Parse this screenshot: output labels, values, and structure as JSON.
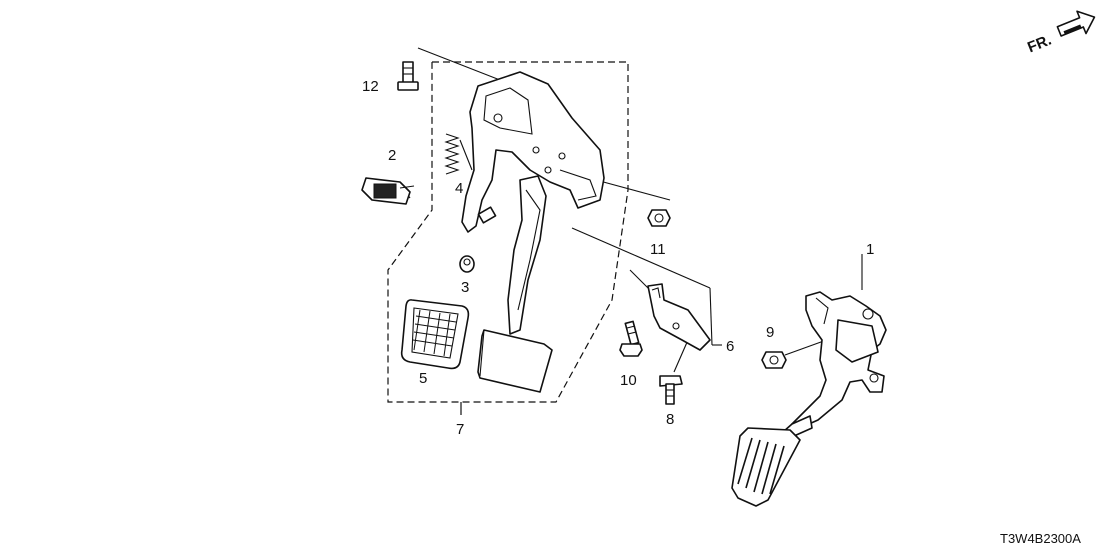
{
  "callouts": [
    {
      "id": "1",
      "text": "1"
    },
    {
      "id": "2",
      "text": "2"
    },
    {
      "id": "3",
      "text": "3"
    },
    {
      "id": "4",
      "text": "4"
    },
    {
      "id": "5",
      "text": "5"
    },
    {
      "id": "6",
      "text": "6"
    },
    {
      "id": "7",
      "text": "7"
    },
    {
      "id": "8",
      "text": "8"
    },
    {
      "id": "9",
      "text": "9"
    },
    {
      "id": "10",
      "text": "10"
    },
    {
      "id": "11",
      "text": "11"
    },
    {
      "id": "12",
      "text": "12"
    }
  ],
  "front_arrow": {
    "text": "FR.",
    "icon": "front-arrow-icon"
  },
  "diagram_code": "T3W4B2300A"
}
